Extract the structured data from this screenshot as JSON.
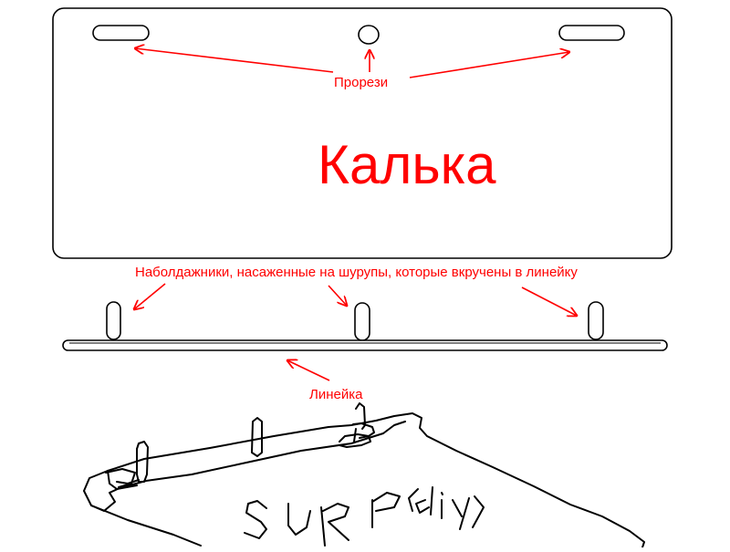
{
  "labels": {
    "slots": "Прорези",
    "title": "Калька",
    "bushings": "Наболдажники, насаженные на шурупы, которые вкручены в линейку",
    "ruler": "Линейка"
  },
  "sketch_text": "SURP (diy)",
  "colors": {
    "annotation": "#ff0000",
    "outline": "#000000",
    "background": "#ffffff"
  }
}
